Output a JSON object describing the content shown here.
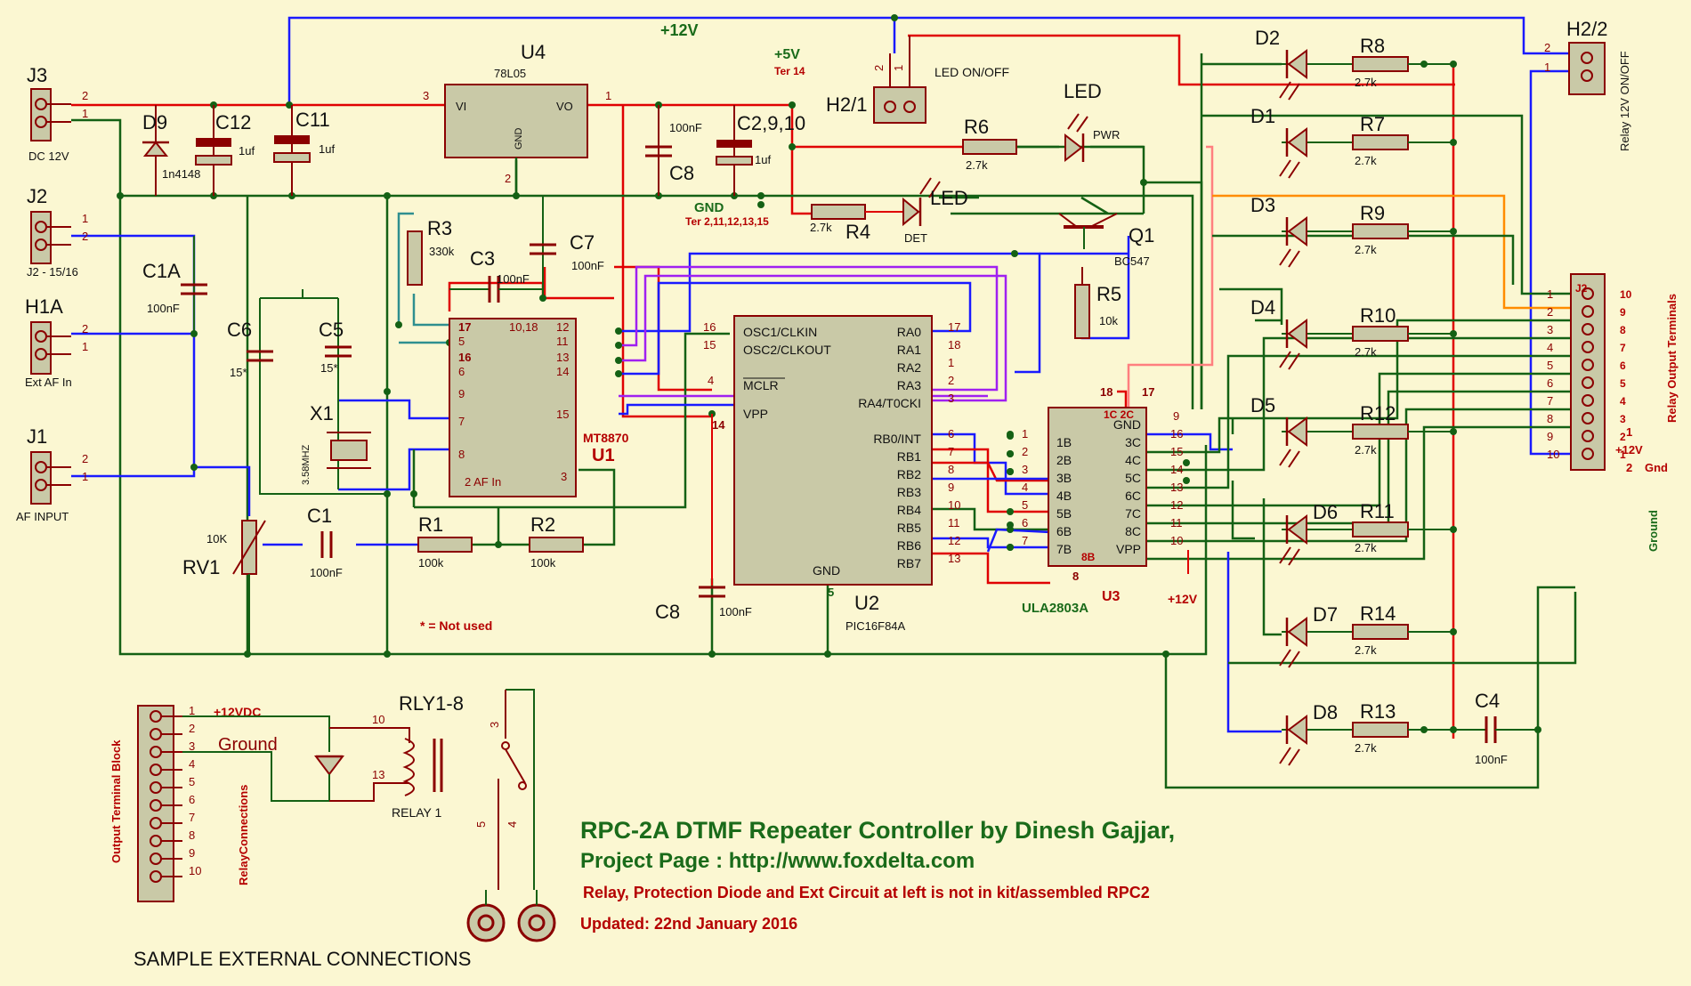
{
  "title_block": {
    "line1": "RPC-2A   DTMF Repeater Controller  by  Dinesh Gajjar,",
    "line2": "Project Page : http://www.foxdelta.com",
    "line3": "Relay, Protection Diode and Ext Circuit at left is not in kit/assembled RPC2",
    "line4": "Updated: 22nd January  2016"
  },
  "rails": {
    "v12": "+12V",
    "v5": "+5V",
    "ter14": "Ter 14",
    "gnd": "GND",
    "gnd_ter": "Ter 2,11,12,13,15"
  },
  "connectors": {
    "j3": "J3",
    "j3_sub": "DC 12V",
    "j2": "J2",
    "j2_sub": "J2 - 15/16",
    "h1a": "H1A",
    "h1a_sub": "Ext AF In",
    "j1": "J1",
    "j1_sub": "AF INPUT",
    "h21": "H2/1",
    "h21_sub": "LED ON/OFF",
    "h22": "H2/2",
    "h22_sub": "Relay 12V ON/OFF",
    "j2r": "J2",
    "j2r_right": "Relay Output Terminals",
    "j2r_pins": [
      "10",
      "9",
      "8",
      "7",
      "6",
      "5",
      "4",
      "3",
      "2",
      "1"
    ],
    "j2r_extra": [
      "1",
      "+12V",
      "2",
      "Gnd"
    ],
    "ground": "Ground"
  },
  "parts": {
    "u4": "U4",
    "u4_type": "78L05",
    "vi": "VI",
    "vo": "VO",
    "u4_gnd": "GND",
    "d9": "D9",
    "d9_type": "1n4148",
    "c12": "C12",
    "c12_val": "1uf",
    "c11": "C11",
    "c11_val": "1uf",
    "c8a": "C8",
    "c8a_val": "100nF",
    "c2910": "C2,9,10",
    "c2910_val": "1uf",
    "c1a": "C1A",
    "c1a_val": "100nF",
    "c6": "C6",
    "c6_val": "15*",
    "c5": "C5",
    "c5_val": "15*",
    "x1": "X1",
    "x1_val": "3.58MHZ",
    "r3": "R3",
    "r3_val": "330k",
    "c3": "C3",
    "c3_val": "100nF",
    "c7": "C7",
    "c7_val": "100nF",
    "u1": "U1",
    "u1_type": "MT8870",
    "u1_in": "2 AF In",
    "rv1": "RV1",
    "rv1_val": "10K",
    "c1": "C1",
    "c1_val": "100nF",
    "r1": "R1",
    "r1_val": "100k",
    "r2": "R2",
    "r2_val": "100k",
    "note": "* = Not used",
    "u2": "U2",
    "u2_type": "PIC16F84A",
    "u2_gnd": "GND",
    "u2_left": [
      "OSC1/CLKIN",
      "OSC2/CLKOUT",
      "MCLR",
      "VPP"
    ],
    "u2_right": [
      "RA0",
      "RA1",
      "RA2",
      "RA3",
      "RA4/T0CKI",
      "RB0/INT",
      "RB1",
      "RB2",
      "RB3",
      "RB4",
      "RB5",
      "RB6",
      "RB7"
    ],
    "c8b": "C8",
    "c8b_val": "100nF",
    "r6": "R6",
    "r6_val": "2.7k",
    "led_pwr": "LED",
    "pwr": "PWR",
    "r4": "R4",
    "r4_val": "2.7k",
    "led_det": "LED",
    "det": "DET",
    "q1": "Q1",
    "q1_type": "BC547",
    "r5": "R5",
    "r5_val": "10k",
    "u3": "U3",
    "u3_type": "ULA2803A",
    "u3_left": [
      "1B",
      "2B",
      "3B",
      "4B",
      "5B",
      "6B",
      "7B"
    ],
    "u3_right": [
      "GND",
      "3C",
      "4C",
      "5C",
      "6C",
      "7C",
      "8C",
      "VPP"
    ],
    "u3_top": "1C  2C",
    "u3_8b": "8B",
    "diodes": [
      "D2",
      "D1",
      "D3",
      "D4",
      "D5",
      "D6",
      "D7",
      "D8"
    ],
    "resistors": [
      "R8",
      "R7",
      "R9",
      "R10",
      "R12",
      "R11",
      "R14",
      "R13"
    ],
    "res_val": "2.7k",
    "c4": "C4",
    "c4_val": "100nF"
  },
  "external": {
    "caption": "SAMPLE EXTERNAL CONNECTIONS",
    "otb": "Output Terminal Block",
    "relay_conn": "RelayConnections",
    "v12dc": "+12VDC",
    "ground": "Ground",
    "rly": "RLY1-8",
    "relay": "RELAY 1",
    "pins": [
      "1",
      "2",
      "3",
      "4",
      "5",
      "6",
      "7",
      "8",
      "9",
      "10"
    ]
  },
  "colors": {
    "bg": "#fbf7d2",
    "body": "#c9c9a7",
    "red": "#e00000",
    "blue": "#1a1aff",
    "green": "#146114",
    "maroon": "#8b0000",
    "teal": "#2f8f8f",
    "purple": "#a020f0",
    "orange": "#ff8c00",
    "pink": "#ff7f7f"
  }
}
